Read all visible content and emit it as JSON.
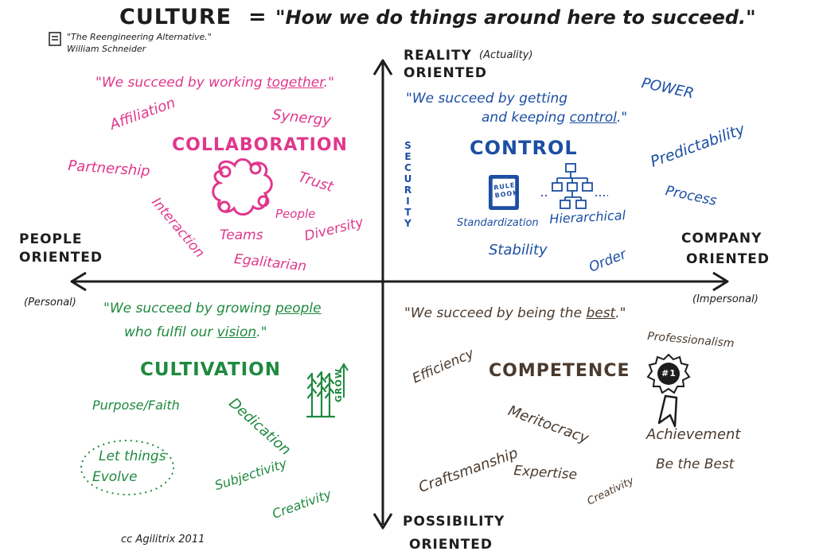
{
  "title": {
    "word": "CULTURE",
    "equals": "=",
    "quote": "\"How we do things around here to succeed.\""
  },
  "citation": {
    "line1": "\"The Reengineering Alternative.\"",
    "line2": "William Schneider"
  },
  "axes": {
    "top": {
      "label_line1": "REALITY",
      "label_line2": "ORIENTED",
      "note": "(Actuality)"
    },
    "bottom": {
      "label_line1": "POSSIBILITY",
      "label_line2": "ORIENTED"
    },
    "left": {
      "label_line1": "PEOPLE",
      "label_line2": "ORIENTED",
      "note": "(Personal)"
    },
    "right": {
      "label_line1": "COMPANY",
      "label_line2": "ORIENTED",
      "note": "(Impersonal)"
    }
  },
  "collaboration": {
    "quote_a": "\"We succeed by working ",
    "quote_b": "together",
    "quote_c": ".\"",
    "heading": "COLLABORATION",
    "terms": {
      "affiliation": "Affiliation",
      "synergy": "Synergy",
      "partnership": "Partnership",
      "trust": "Trust",
      "interaction": "Interaction",
      "people": "People",
      "teams": "Teams",
      "diversity": "Diversity",
      "egalitarian": "Egalitarian"
    }
  },
  "control": {
    "quote_line1": "\"We succeed by getting",
    "quote_line2a": "and keeping ",
    "quote_line2b": "control",
    "quote_line2c": ".\"",
    "heading": "CONTROL",
    "rulebook_label": "RULE BOOK",
    "terms": {
      "power": "POWER",
      "predictability": "Predictability",
      "process": "Process",
      "security": "SECURITY",
      "standardization": "Standardization",
      "hierarchical": "Hierarchical",
      "stability": "Stability",
      "order": "Order"
    }
  },
  "cultivation": {
    "quote_line1a": "\"We succeed by growing ",
    "quote_line1b": "people",
    "quote_line2a": "who fulfil our ",
    "quote_line2b": "vision",
    "quote_line2c": ".\"",
    "heading": "CULTIVATION",
    "grow_label": "GROW",
    "terms": {
      "purpose": "Purpose/Faith",
      "dedication": "Dedication",
      "let_line1": "Let things",
      "let_line2": "Evolve",
      "subjectivity": "Subjectivity",
      "creativity": "Creativity"
    }
  },
  "competence": {
    "quote_a": "\"We succeed by being the ",
    "quote_b": "best",
    "quote_c": ".\"",
    "heading": "COMPETENCE",
    "medal_label": "#1",
    "terms": {
      "efficiency": "Efficiency",
      "professionalism": "Professionalism",
      "meritocracy": "Meritocracy",
      "craftsmanship": "Craftsmanship",
      "expertise": "Expertise",
      "creativity": "Creativity",
      "achievement": "Achievement",
      "be_the_best": "Be the Best"
    }
  },
  "credit": "cc Agilitrix 2011",
  "colors": {
    "ink": "#1d1d1d",
    "collaboration": "#e0378c",
    "control": "#1c4fa3",
    "cultivation": "#1f8a3f",
    "competence": "#4a3a2e"
  }
}
